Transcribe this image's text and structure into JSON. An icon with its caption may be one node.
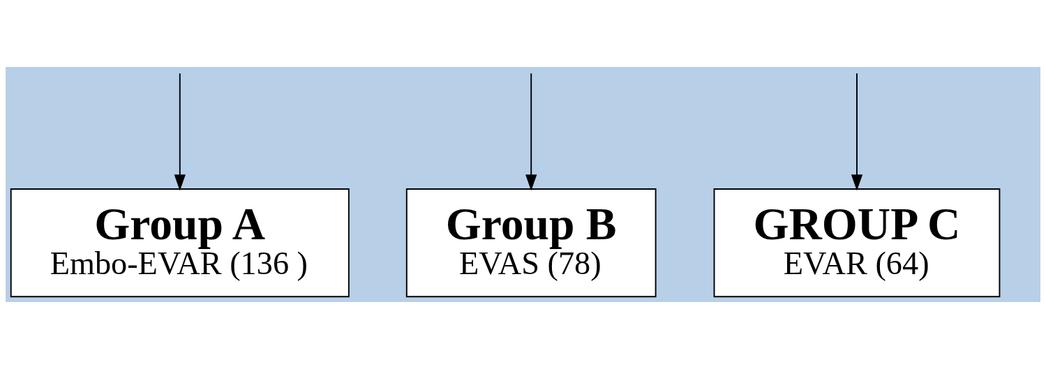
{
  "diagram": {
    "nodes": [
      {
        "text": [
          "Group A",
          "Embo-EVAR (136 )"
        ]
      },
      {
        "text": [
          "Group B",
          "EVAS (78)"
        ]
      },
      {
        "text": [
          "GROUP C",
          "EVAR (64)"
        ]
      }
    ],
    "edges": [
      {
        "from": null,
        "to": 0,
        "arrow": "to"
      },
      {
        "from": null,
        "to": 1,
        "arrow": "to"
      },
      {
        "from": null,
        "to": 2,
        "arrow": "to"
      }
    ]
  }
}
